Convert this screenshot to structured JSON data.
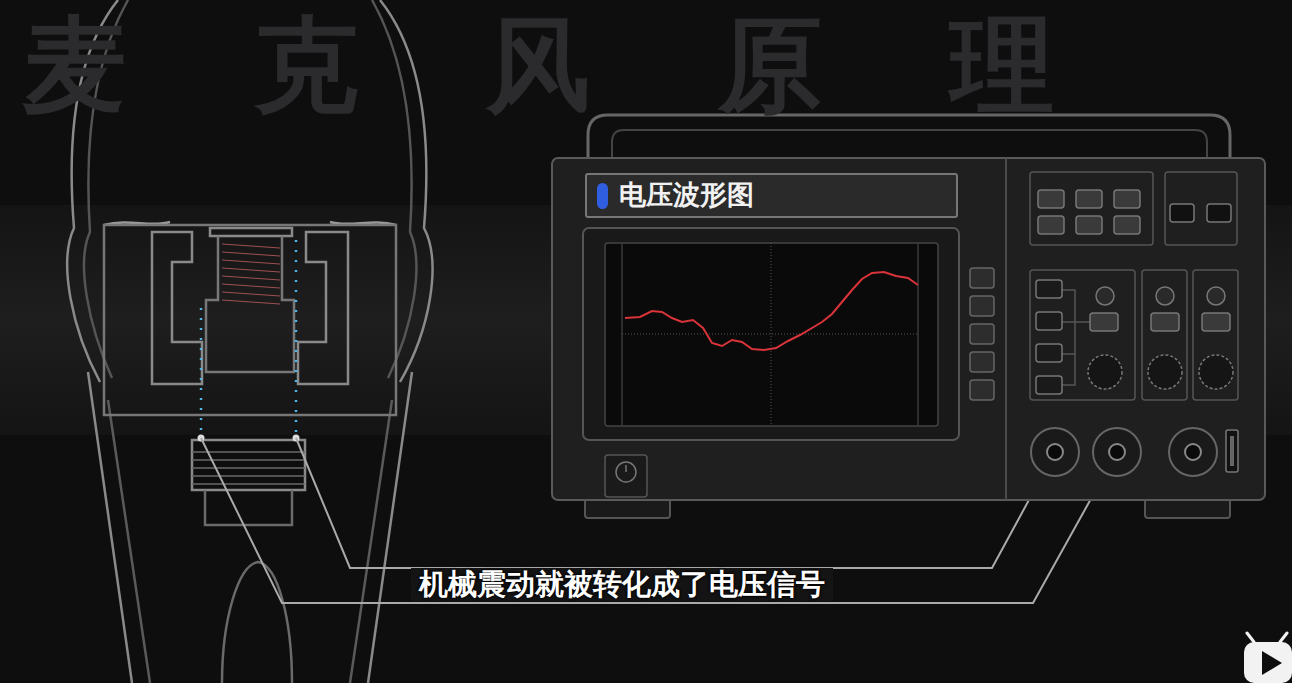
{
  "diagram": {
    "nodes": [
      {
        "text": [
          "电压波形图"
        ]
      }
    ],
    "labels": [
      "机械震动就被转化成了电压信号",
      "麦克风原理"
    ]
  }
}
